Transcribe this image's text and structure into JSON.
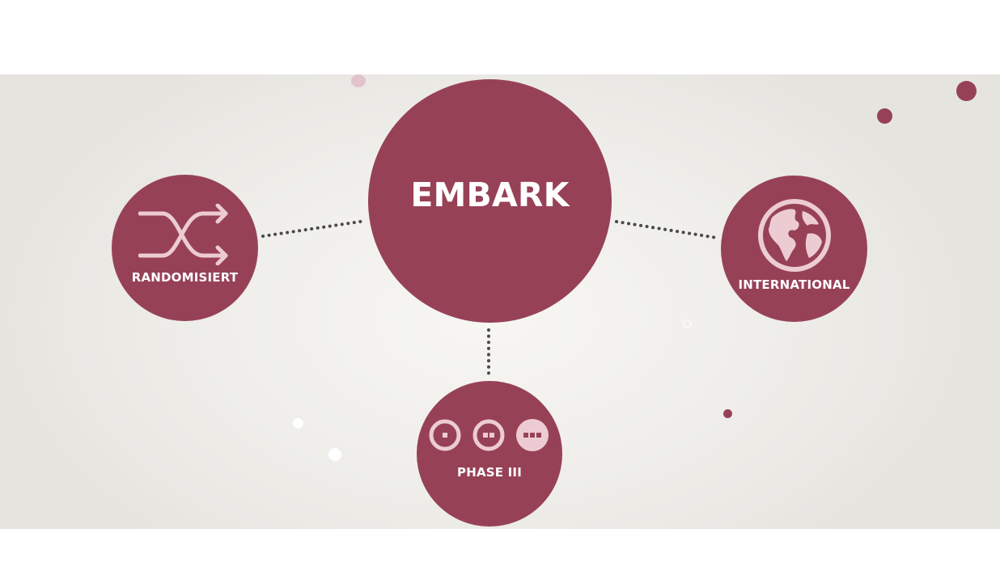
{
  "diagram": {
    "center": {
      "label": "EMBARK"
    },
    "nodes": [
      {
        "id": "randomisiert",
        "label": "RANDOMISIERT",
        "icon": "shuffle-icon"
      },
      {
        "id": "international",
        "label": "INTERNATIONAL",
        "icon": "globe-icon"
      },
      {
        "id": "phase",
        "label": "PHASE III",
        "icon": "phase-icon"
      }
    ]
  },
  "colors": {
    "node": "#974157",
    "icon_light": "#ecccd2",
    "connector": "#4a4a4a",
    "background": "#efeeea"
  }
}
